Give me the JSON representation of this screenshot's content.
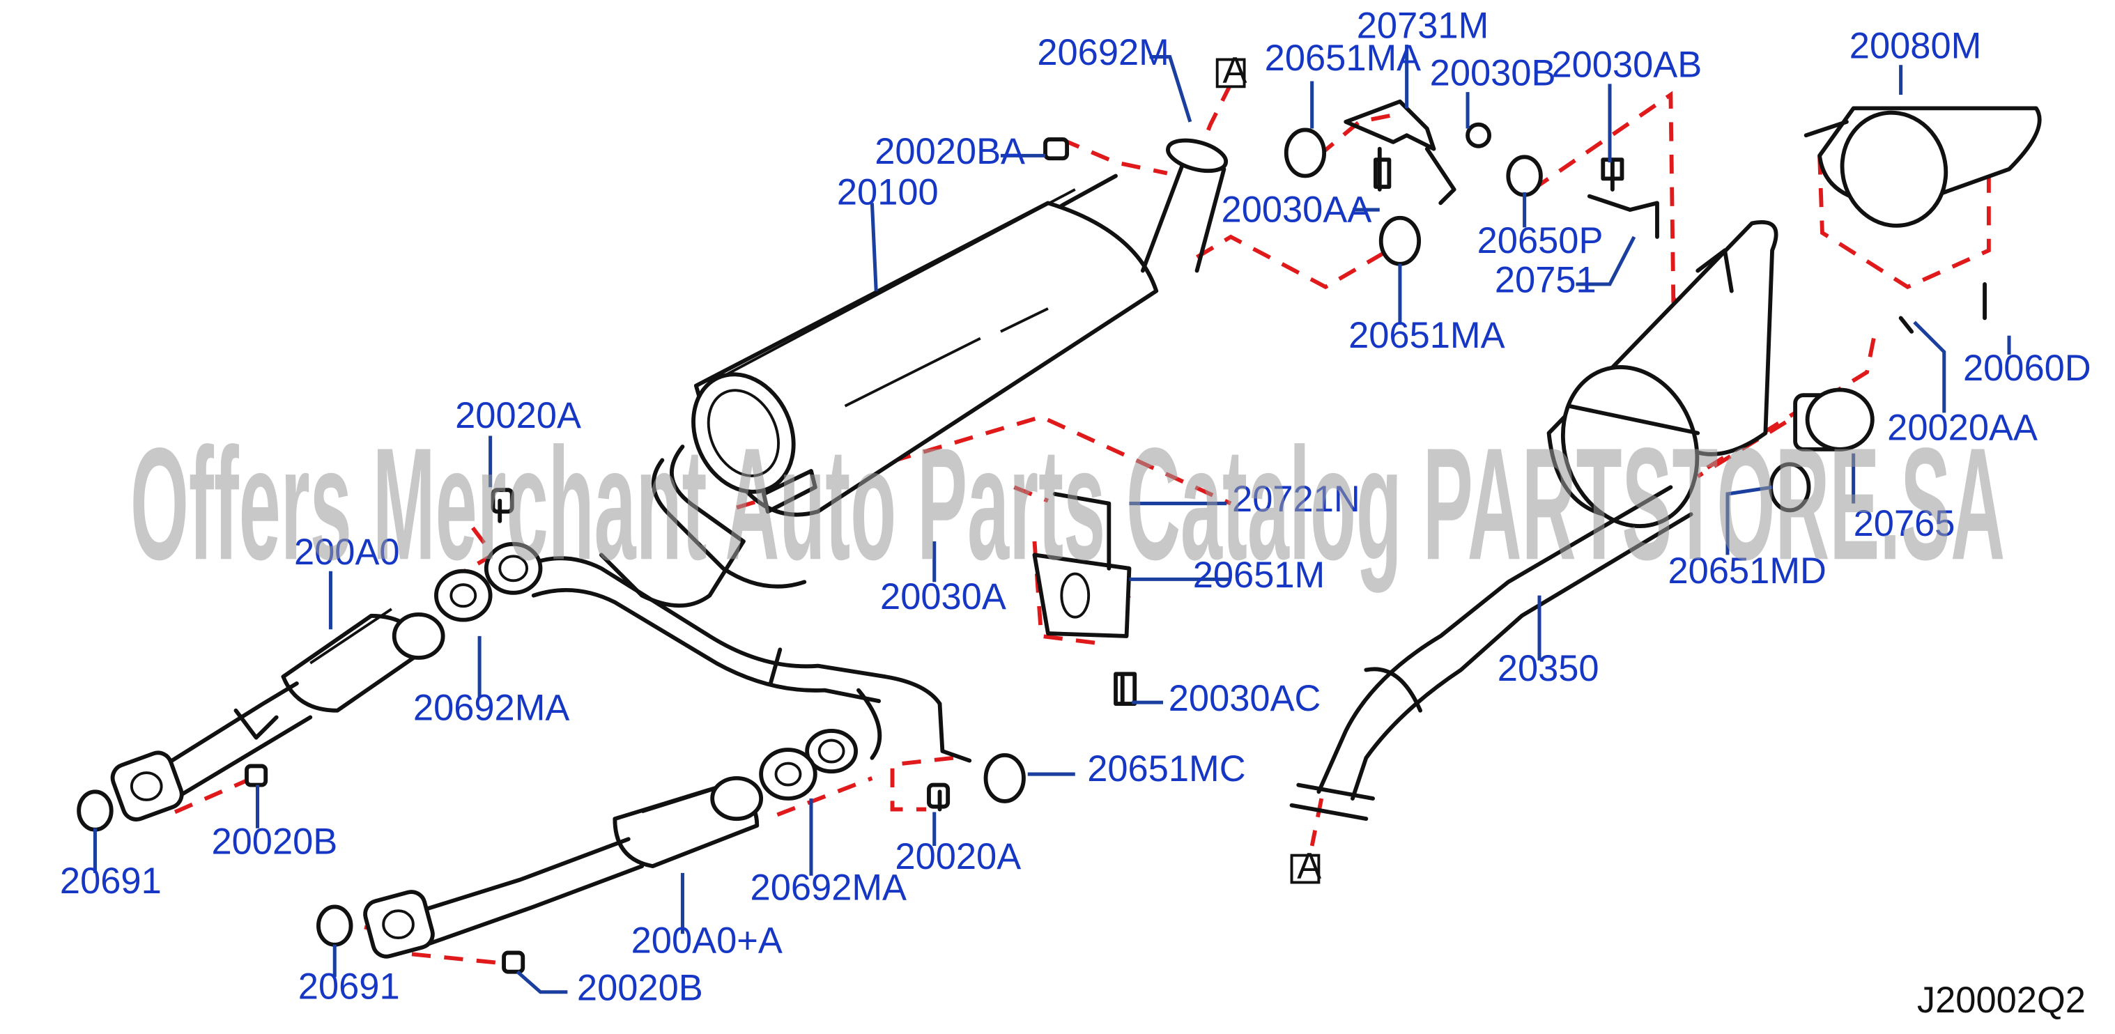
{
  "diagram": {
    "code": "J20002Q2",
    "watermark": "Offers Merchant Auto Parts Catalog PARTSTORE.SA",
    "reference_marker": "A",
    "labels": {
      "l_20692M": "20692M",
      "l_20651MA_top": "20651MA",
      "l_20731M": "20731M",
      "l_20030B": "20030B",
      "l_20030AB": "20030AB",
      "l_20080M": "20080M",
      "l_20020BA": "20020BA",
      "l_20100": "20100",
      "l_20030AA": "20030AA",
      "l_20650P": "20650P",
      "l_20751": "20751",
      "l_20651MA_low": "20651MA",
      "l_20060D": "20060D",
      "l_20020AA": "20020AA",
      "l_20020A_top": "20020A",
      "l_200A0": "200A0",
      "l_20721N": "20721N",
      "l_20030A": "20030A",
      "l_20651M": "20651M",
      "l_20651MD": "20651MD",
      "l_20692MA_left": "20692MA",
      "l_20350": "20350",
      "l_20030AC": "20030AC",
      "l_20651MC": "20651MC",
      "l_20020B_left": "20020B",
      "l_20691_left": "20691",
      "l_20020A_mid": "20020A",
      "l_20692MA_mid": "20692MA",
      "l_200A0A": "200A0+A",
      "l_20691_low": "20691",
      "l_20020B_low": "20020B",
      "l_20765": "20765"
    }
  }
}
